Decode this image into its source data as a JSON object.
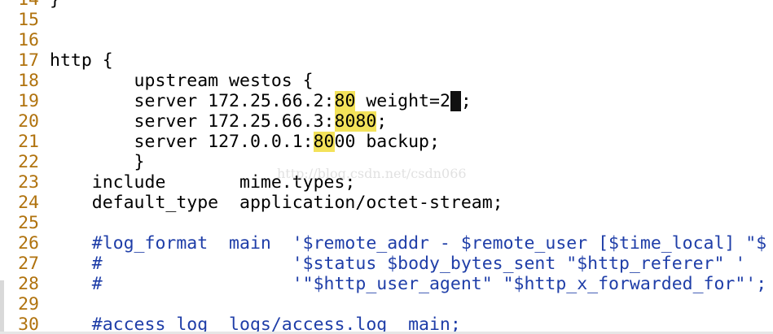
{
  "editor": {
    "lines": [
      {
        "num": "14",
        "parts": [
          {
            "text": "}"
          }
        ]
      },
      {
        "num": "15",
        "parts": [
          {
            "text": ""
          }
        ]
      },
      {
        "num": "16",
        "parts": [
          {
            "text": ""
          }
        ]
      },
      {
        "num": "17",
        "parts": [
          {
            "text": "http {"
          }
        ]
      },
      {
        "num": "18",
        "parts": [
          {
            "text": "        upstream westos {"
          }
        ]
      },
      {
        "num": "19",
        "parts": [
          {
            "text": "        server 172.25.66.2:"
          },
          {
            "text": "80",
            "style": "hl"
          },
          {
            "text": " weight=2"
          },
          {
            "text": " ",
            "style": "cursor"
          },
          {
            "text": ";"
          }
        ]
      },
      {
        "num": "20",
        "parts": [
          {
            "text": "        server 172.25.66.3:"
          },
          {
            "text": "8080",
            "style": "hl"
          },
          {
            "text": ";"
          }
        ]
      },
      {
        "num": "21",
        "parts": [
          {
            "text": "        server 127.0.0.1:"
          },
          {
            "text": "80",
            "style": "hl"
          },
          {
            "text": "00 backup;"
          }
        ]
      },
      {
        "num": "22",
        "parts": [
          {
            "text": "        }"
          }
        ]
      },
      {
        "num": "23",
        "parts": [
          {
            "text": "    include       mime.types;"
          }
        ]
      },
      {
        "num": "24",
        "parts": [
          {
            "text": "    default_type  application/octet-stream;"
          }
        ]
      },
      {
        "num": "25",
        "parts": [
          {
            "text": ""
          }
        ]
      },
      {
        "num": "26",
        "parts": [
          {
            "text": "    #log_format  main  '$remote_addr - $remote_user [$time_local] \"$",
            "style": "comment"
          }
        ]
      },
      {
        "num": "27",
        "parts": [
          {
            "text": "    #                  '$status $body_bytes_sent \"$http_referer\" '",
            "style": "comment"
          }
        ]
      },
      {
        "num": "28",
        "parts": [
          {
            "text": "    #                  '\"$http_user_agent\" \"$http_x_forwarded_for\"';",
            "style": "comment"
          }
        ]
      },
      {
        "num": "29",
        "parts": [
          {
            "text": ""
          }
        ]
      },
      {
        "num": "30",
        "parts": [
          {
            "text": "    #access_log  logs/access.log  main;",
            "style": "comment"
          }
        ]
      }
    ]
  },
  "watermark": "http://blog.csdn.net/csdn066"
}
